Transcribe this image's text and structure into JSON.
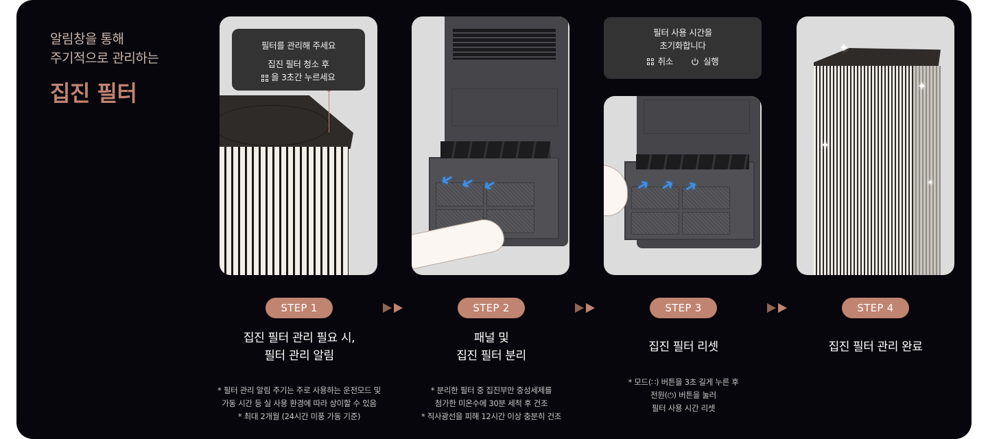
{
  "intro": {
    "subtitle_lines": [
      "알림창을 통해",
      "주기적으로 관리하는"
    ],
    "title": "집진 필터"
  },
  "colors": {
    "background": "#07060c",
    "accent": "#c08470",
    "card_bg": "#dcdcdc",
    "notice_bg": "#333333",
    "flow_arrow": "#3d8fe8"
  },
  "notices": {
    "step1": {
      "line1": "필터를 관리해 주세요",
      "line2": "집진 필터 청소 후",
      "line3_icon": "mode-button-icon",
      "line3_text": "을 3초간 누르세요"
    },
    "step3": {
      "line1": "필터 사용 시간을",
      "line2": "초기화합니다",
      "cancel_icon": "mode-button-icon",
      "cancel_label": "취소",
      "run_icon": "power-icon",
      "run_label": "실행"
    }
  },
  "steps": [
    {
      "badge": "STEP 1",
      "title_lines": [
        "집진 필터 관리 필요 시,",
        "필터 관리 알림"
      ],
      "notes": [
        "* 필터 관리 알림 주기는 주로 사용하는 운전모드 및",
        "가동 시간 등 실 사용 환경에 따라 상이할 수 있음",
        "* 최대 2개월 (24시간 미풍 가동 기준)"
      ]
    },
    {
      "badge": "STEP 2",
      "title_lines": [
        "패널 및",
        "집진 필터 분리"
      ],
      "notes": [
        "* 분리한 필터 중 집진부만 중성세제를",
        "첨가한 미온수에 30분 세척 후 건조",
        "* 직사광선을 피해 12시간 이상 충분히 건조"
      ]
    },
    {
      "badge": "STEP 3",
      "title_lines": [
        "집진 필터 리셋"
      ],
      "notes": [
        "* 모드(∷) 버튼을 3초 길게 누른 후",
        "전원(⏻) 버튼을 눌러",
        "필터 사용 시간 리셋"
      ]
    },
    {
      "badge": "STEP 4",
      "title_lines": [
        "집진 필터 관리 완료"
      ],
      "notes": []
    }
  ],
  "separators": [
    "next-arrows-icon",
    "next-arrows-icon",
    "next-arrows-icon"
  ]
}
